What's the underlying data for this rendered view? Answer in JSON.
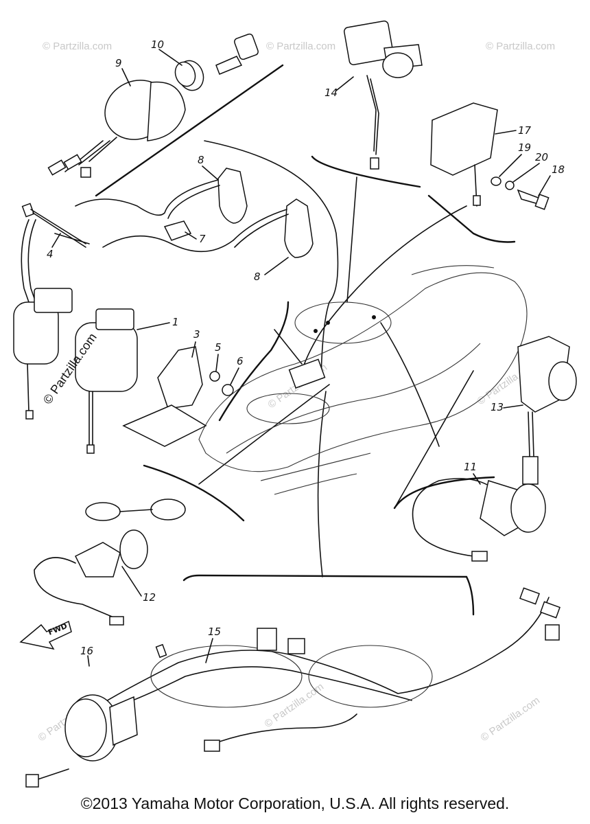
{
  "watermark": "© Partzilla.com",
  "main_watermark": "© Partzilla.com",
  "fwd_label": "FWD",
  "callouts": [
    "1",
    "3",
    "4",
    "5",
    "6",
    "7",
    "8",
    "8",
    "9",
    "10",
    "11",
    "12",
    "13",
    "14",
    "15",
    "16",
    "17",
    "18",
    "19",
    "20"
  ],
  "copyright": "©2013 Yamaha Motor Corporation, U.S.A. All rights reserved."
}
